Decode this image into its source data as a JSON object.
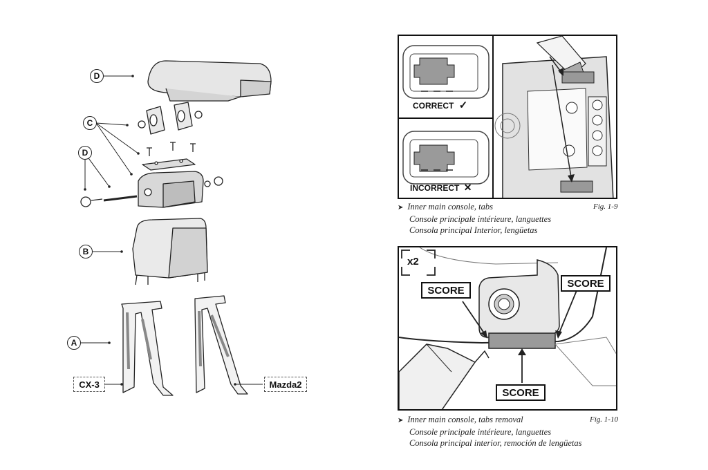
{
  "left_figure": {
    "callouts": [
      "D",
      "C",
      "D",
      "B",
      "A"
    ],
    "models": [
      "CX-3",
      "Mazda2"
    ]
  },
  "fig_1_9": {
    "correct_label": "CORRECT",
    "correct_symbol": "✓",
    "incorrect_label": "INCORRECT",
    "incorrect_symbol": "✕",
    "caption": [
      "Inner main console, tabs",
      "Console principale intérieure, languettes",
      "Consola principal Interior, lengüetas"
    ],
    "fig_number": "Fig. 1-9",
    "bullet": "➤"
  },
  "fig_1_10": {
    "multiplier": "x2",
    "score_labels": [
      "SCORE",
      "SCORE",
      "SCORE"
    ],
    "caption": [
      "Inner main console, tabs removal",
      "Console principale intérieure, languettes",
      "Consola principal interior, remoción de lengüetas"
    ],
    "fig_number": "Fig. 1-10",
    "bullet": "➤"
  }
}
